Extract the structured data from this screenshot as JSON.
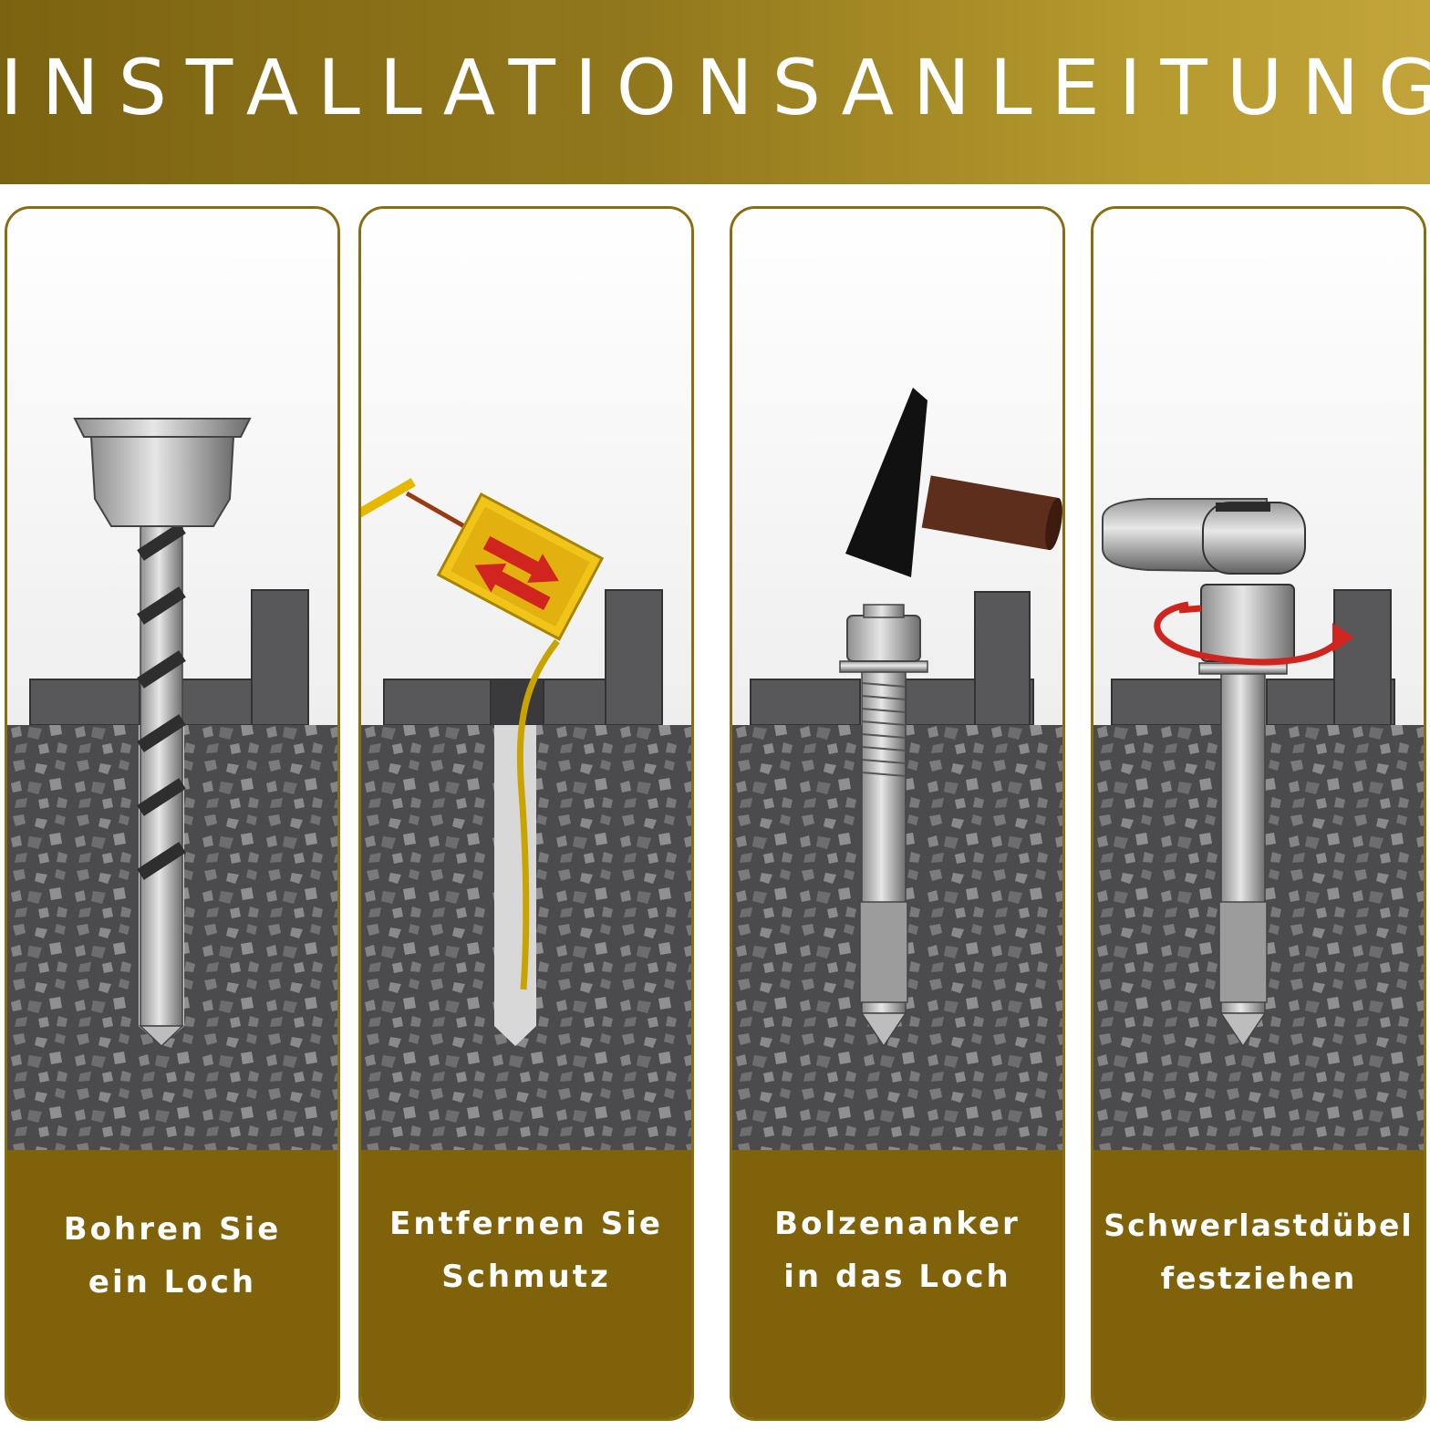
{
  "title": "INSTALLATIONSANLEITUNG",
  "colors": {
    "header_gold": "#9a7e1f",
    "caption_brown": "#7f6209",
    "panel_border": "#8a6d10",
    "concrete": "#4e4e50",
    "arrow_red": "#d0251e"
  },
  "steps": [
    {
      "line1": "Bohren Sie",
      "line2": "ein Loch",
      "illustration": "drill-bit-icon"
    },
    {
      "line1": "Entfernen Sie",
      "line2": "Schmutz",
      "illustration": "blower-pump-icon"
    },
    {
      "line1": "Bolzenanker",
      "line2": "in das Loch",
      "illustration": "hammer-icon"
    },
    {
      "line1": "Schwerlastdübel",
      "line2": "festziehen",
      "illustration": "wrench-icon"
    }
  ]
}
